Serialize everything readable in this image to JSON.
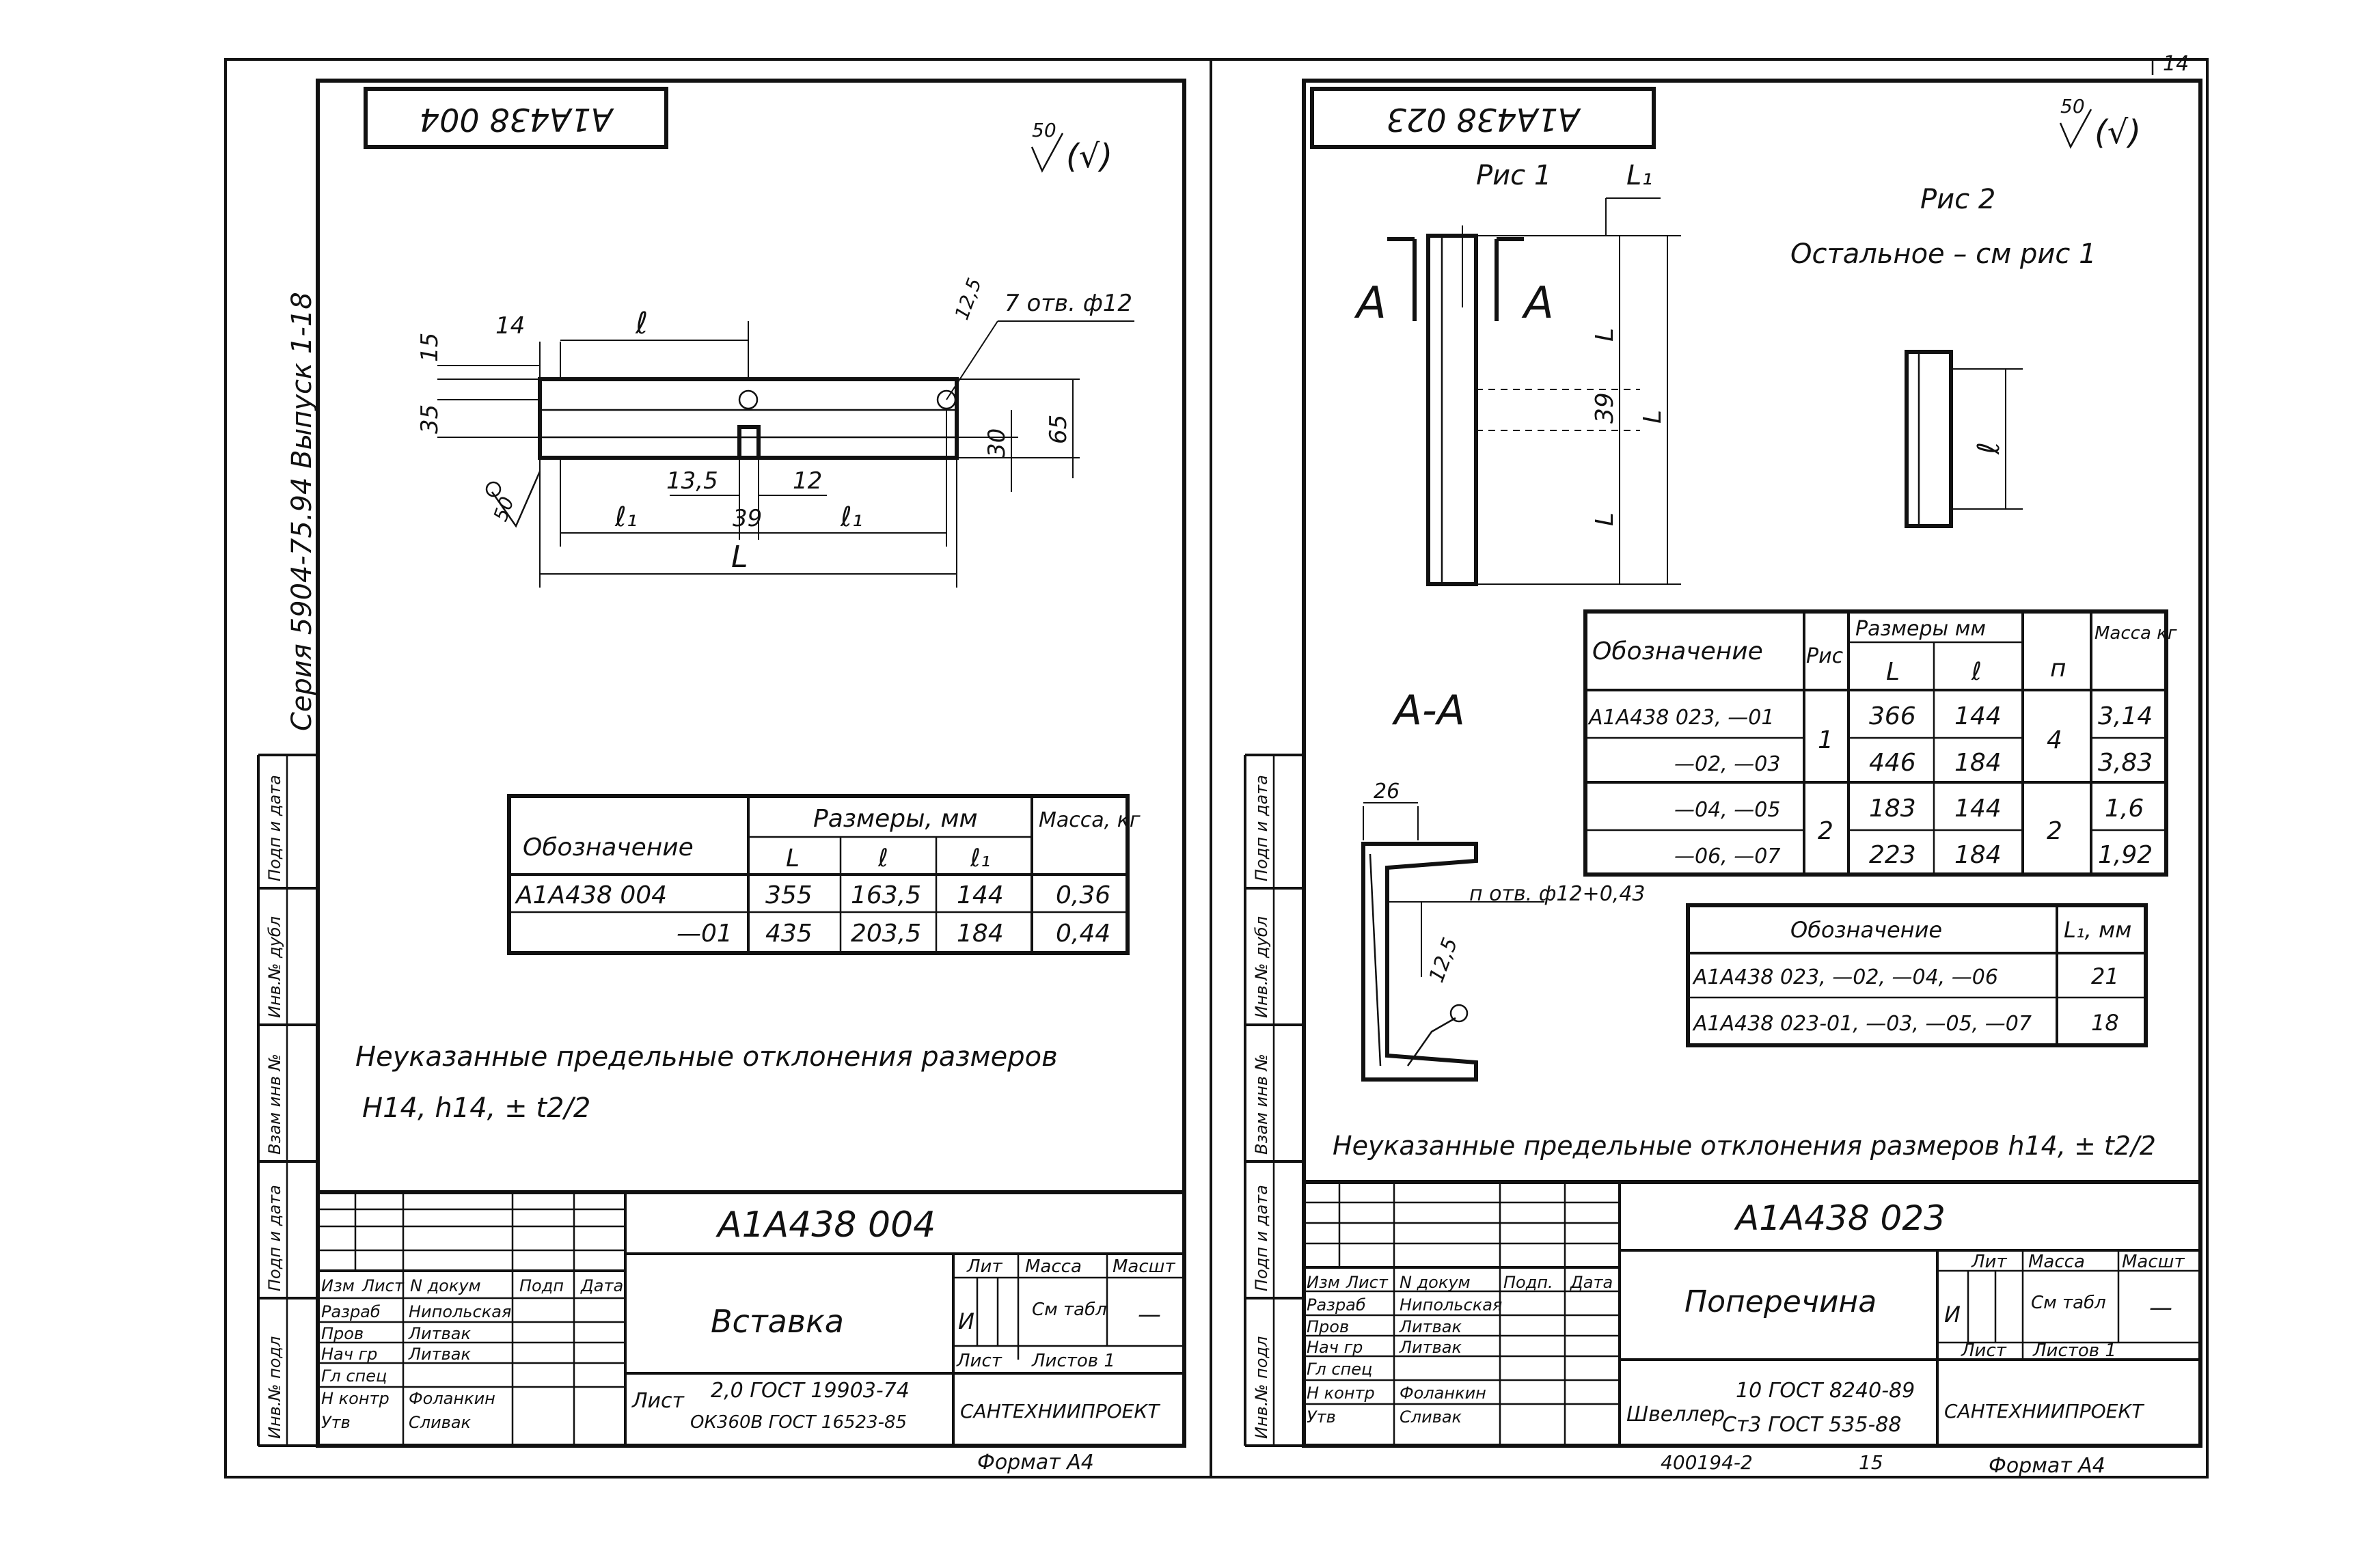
{
  "page_number": "14",
  "series_label": "Серия 5904-75.94 Выпуск 1-18",
  "side_labels": [
    "Подп и дата",
    "Инв.№ дубл",
    "Взам инв №",
    "Подп и дата",
    "Инв.№ подл"
  ],
  "left_sheet": {
    "stamp_code": "А1А438 004",
    "roughness": "50",
    "roughness_paren": "(√)",
    "drawing": {
      "dim_14": "14",
      "dim_l": "ℓ",
      "dim_15": "15",
      "dim_35": "35",
      "dim_125": "12,5",
      "holes": "7 отв. ф12",
      "dim_30": "30",
      "dim_65": "65",
      "dim_135": "13,5",
      "dim_12": "12",
      "dim_l1a": "ℓ₁",
      "dim_39": "39",
      "dim_l1b": "ℓ₁",
      "dim_L": "L",
      "rough_50": "50"
    },
    "table": {
      "h_designation": "Обозначение",
      "h_sizes": "Размеры, мм",
      "h_mass": "Масса, кг",
      "h_L": "L",
      "h_l": "ℓ",
      "h_l1": "ℓ₁",
      "rows": [
        {
          "designation": "А1А438 004",
          "L": "355",
          "l": "163,5",
          "l1": "144",
          "mass": "0,36"
        },
        {
          "designation": "—01",
          "L": "435",
          "l": "203,5",
          "l1": "184",
          "mass": "0,44"
        }
      ]
    },
    "note_line1": "Неуказанные предельные отклонения размеров",
    "note_line2": "Н14, h14, ± t2/2",
    "title_block": {
      "doc_code": "А1А438 004",
      "name": "Вставка",
      "col_izm": "Изм",
      "col_list": "Лист",
      "col_ndok": "N докум",
      "col_podp": "Подп",
      "col_data": "Дата",
      "roles": [
        "Разраб",
        "Пров",
        "Нач гр",
        "Гл спец",
        "Н контр",
        "Утв"
      ],
      "people": [
        "Нипольская",
        "Литвак",
        "Литвак",
        "",
        "Фоланкин",
        "Сливак"
      ],
      "lit": "Лит",
      "mass": "Масса",
      "scale": "Масшт",
      "lit_val": "И",
      "mass_val": "См табл",
      "scale_val": "—",
      "sheet": "Лист",
      "sheets": "Листов 1",
      "material_label": "Лист",
      "material1": "2,0 ГОСТ 19903-74",
      "material2": "ОК360В ГОСТ 16523-85",
      "org": "САНТЕХНИИПРОЕКТ",
      "format": "Формат А4"
    }
  },
  "right_sheet": {
    "stamp_code": "А1А438 023",
    "roughness": "50",
    "roughness_paren": "(√)",
    "fig1": "Рис 1",
    "fig2": "Рис 2",
    "fig2_note": "Остальное – см рис 1",
    "dim_L1": "L₁",
    "dim_L": "L",
    "dim_Lb": "L",
    "dim_39": "39",
    "dim_Lc": "L",
    "dim_l": "ℓ",
    "section_mark_left": "А",
    "section_mark_right": "А",
    "section_title": "А-А",
    "dim_26": "26",
    "dim_125": "12,5",
    "holes": "п отв. ф12+0,43",
    "table1": {
      "h_designation": "Обозначение",
      "h_fig": "Рис",
      "h_sizes": "Размеры мм",
      "h_n": "п",
      "h_mass": "Масса кг",
      "h_L": "L",
      "h_l": "ℓ",
      "rows": [
        {
          "designation": "А1А438 023, —01",
          "fig": "1",
          "L": "366",
          "l": "144",
          "n": "4",
          "mass": "3,14"
        },
        {
          "designation": "—02, —03",
          "fig": "",
          "L": "446",
          "l": "184",
          "n": "",
          "mass": "3,83"
        },
        {
          "designation": "—04, —05",
          "fig": "2",
          "L": "183",
          "l": "144",
          "n": "2",
          "mass": "1,6"
        },
        {
          "designation": "—06, —07",
          "fig": "",
          "L": "223",
          "l": "184",
          "n": "",
          "mass": "1,92"
        }
      ]
    },
    "table2": {
      "h_designation": "Обозначение",
      "h_L1": "L₁, мм",
      "rows": [
        {
          "designation": "А1А438 023, —02, —04, —06",
          "L1": "21"
        },
        {
          "designation": "А1А438 023-01, —03, —05, —07",
          "L1": "18"
        }
      ]
    },
    "note": "Неуказанные предельные отклонения размеров h14, ± t2/2",
    "title_block": {
      "doc_code": "А1А438 023",
      "name": "Поперечина",
      "col_izm": "Изм",
      "col_list": "Лист",
      "col_ndok": "N докум",
      "col_podp": "Подп.",
      "col_data": "Дата",
      "roles": [
        "Разраб",
        "Пров",
        "Нач гр",
        "Гл спец",
        "Н контр",
        "Утв"
      ],
      "people": [
        "Нипольская",
        "Литвак",
        "Литвак",
        "",
        "Фоланкин",
        "Сливак"
      ],
      "lit": "Лит",
      "mass": "Масса",
      "scale": "Масшт",
      "lit_val": "И",
      "mass_val": "См табл",
      "scale_val": "—",
      "sheet": "Лист",
      "sheets": "Листов 1",
      "material_label": "Швеллер",
      "material1": "10 ГОСТ 8240-89",
      "material2": "Ст3 ГОСТ 535-88",
      "org": "САНТЕХНИИПРОЕКТ",
      "format": "Формат А4"
    }
  },
  "footer_left": "400194-2",
  "footer_num": "15"
}
